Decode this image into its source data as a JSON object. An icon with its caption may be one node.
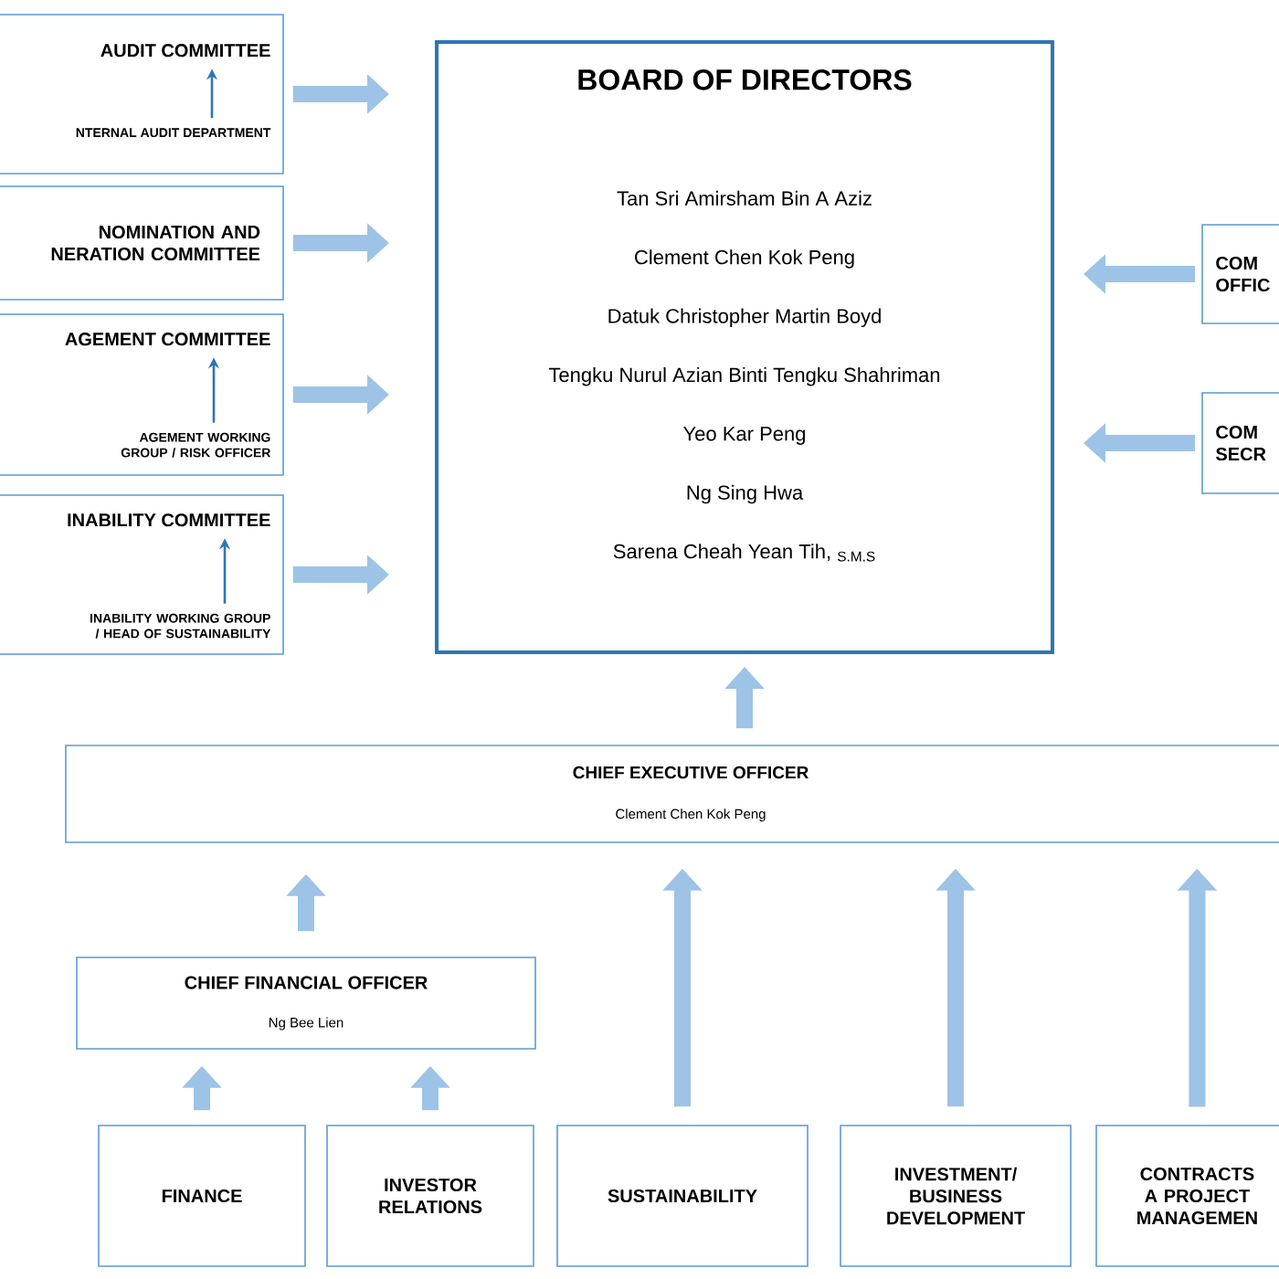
{
  "diagram": {
    "nodes": [
      {
        "text": [],
        "shape": "box"
      },
      {
        "text": [
          "AUDIT COMMITTEE"
        ],
        "in": 0
      },
      {
        "text": [
          "NTERNAL AUDIT DEPARTMENT"
        ],
        "in": 0
      },
      {
        "text": [
          "NOMINATION AND NERATION COMMITTEE"
        ]
      },
      {
        "text": [],
        "shape": "box"
      },
      {
        "text": [
          "AGEMENT COMMITTEE"
        ],
        "in": 4
      },
      {
        "text": [
          "AGEMENT WORKING GROUP / RISK OFFICER"
        ],
        "in": 4
      },
      {
        "text": [],
        "shape": "box"
      },
      {
        "text": [
          "INABILITY COMMITTEE"
        ],
        "in": 7
      },
      {
        "text": [
          "INABILITY WORKING GROUP / HEAD OF SUSTAINABILITY"
        ],
        "in": 7
      },
      {
        "text": [
          "BOARD OF DIRECTORS",
          "Tan Sri Amirsham Bin A Aziz",
          "Clement Chen Kok Peng",
          "Datuk Christopher Martin Boyd",
          "Tengku Nurul Azian Binti Tengku Shahriman",
          "Yeo Kar Peng",
          "Ng Sing Hwa",
          "Sarena Cheah Yean Tih, $_{S.M.S}$"
        ]
      },
      {
        "text": [
          "COM OFFIC"
        ]
      },
      {
        "text": [
          "COM SECR"
        ]
      },
      {
        "text": [
          "CHIEF EXECUTIVE OFFICER",
          "Clement Chen Kok Peng"
        ]
      },
      {
        "text": [
          "CHIEF FINANCIAL OFFICER",
          "Ng Bee Lien"
        ]
      },
      {
        "text": [
          "FINANCE"
        ]
      },
      {
        "text": [
          "INVESTOR RELATIONS"
        ]
      },
      {
        "text": [
          "SUSTAINABILITY"
        ]
      },
      {
        "text": [
          "INVESTMENT/ BUSINESS DEVELOPMENT"
        ]
      },
      {
        "text": [
          "CONTRACTS A PROJECT MANAGEMEN"
        ]
      }
    ],
    "edges": [
      {
        "from": 2,
        "to": 1,
        "arrow": "to",
        "color": "#2e75b6"
      },
      {
        "from": 6,
        "to": 5,
        "arrow": "to",
        "color": "#2e75b6"
      },
      {
        "from": 9,
        "to": 8,
        "arrow": "to",
        "color": "#2e75b6"
      },
      {
        "from": 0,
        "to": 10,
        "arrow": "to"
      },
      {
        "from": 3,
        "to": 10,
        "arrow": "to"
      },
      {
        "from": 4,
        "to": 10,
        "arrow": "to"
      },
      {
        "from": 7,
        "to": 10,
        "arrow": "to"
      },
      {
        "from": 11,
        "to": 10,
        "arrow": "to"
      },
      {
        "from": 12,
        "to": 10,
        "arrow": "to"
      },
      {
        "from": 13,
        "to": 10,
        "arrow": "to"
      },
      {
        "from": 14,
        "to": 13,
        "arrow": "to"
      },
      {
        "from": 15,
        "to": 14,
        "arrow": "to"
      },
      {
        "from": 16,
        "to": 14,
        "arrow": "to"
      },
      {
        "from": 17,
        "to": 13,
        "arrow": "to"
      },
      {
        "from": 18,
        "to": 13,
        "arrow": "to"
      },
      {
        "from": 19,
        "to": 13,
        "arrow": "to"
      }
    ]
  }
}
